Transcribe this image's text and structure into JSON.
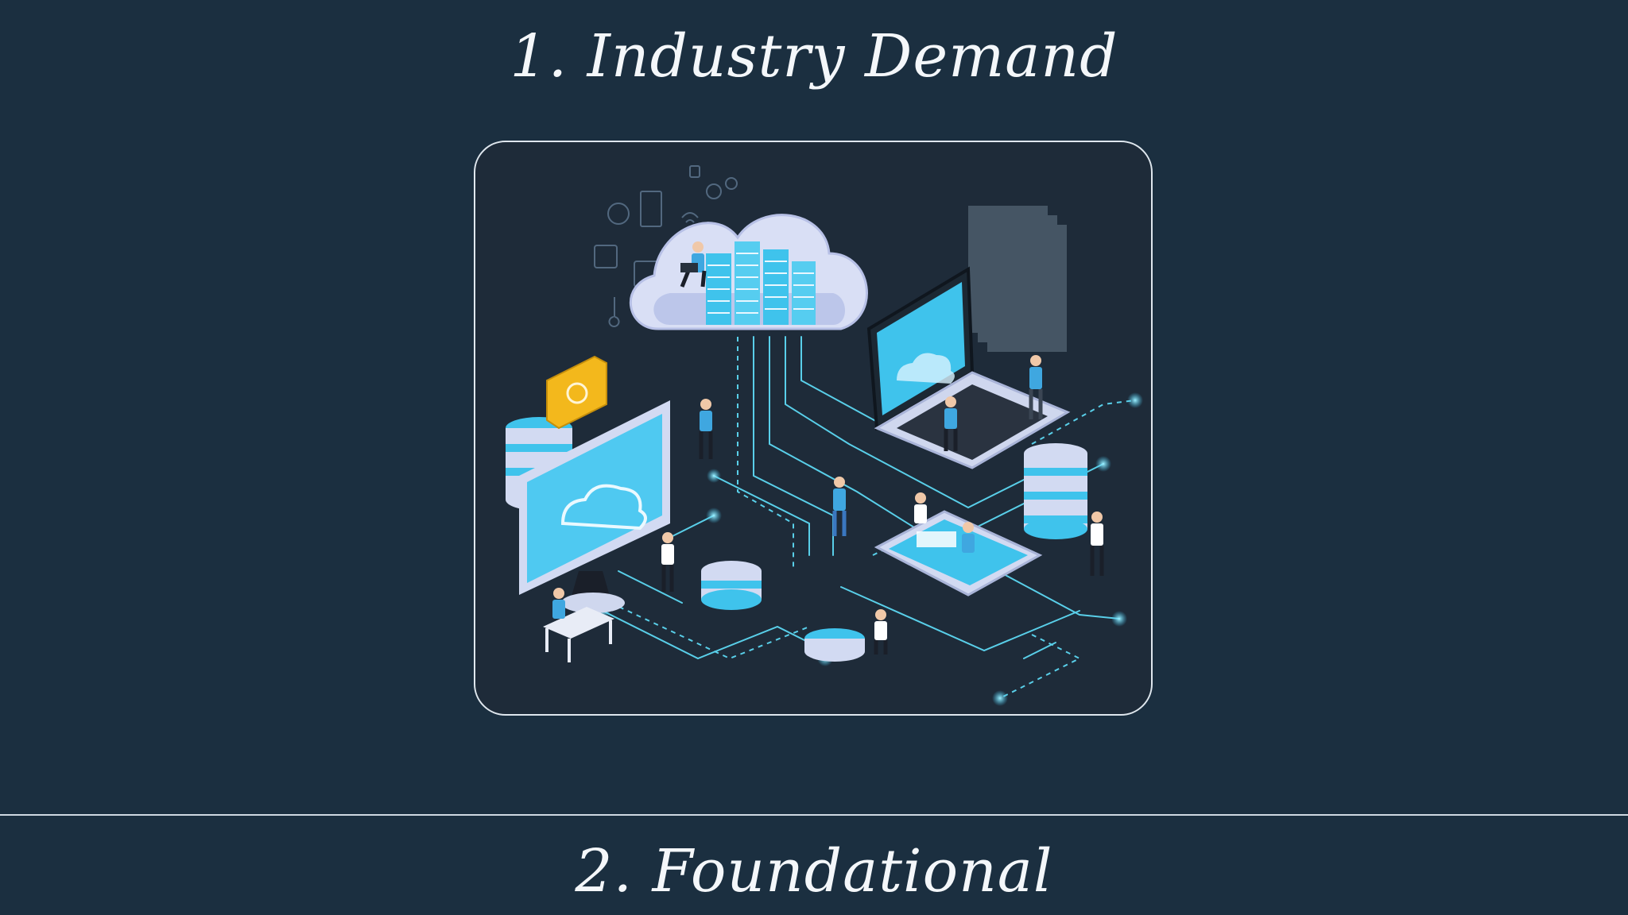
{
  "slides": {
    "current": {
      "title": "1. Industry Demand"
    },
    "next": {
      "title": "2. Foundational"
    }
  },
  "illustration": {
    "subject": "isometric cloud computing network illustration",
    "icons": [
      "cloud-icon",
      "server-rack-icon",
      "laptop-icon",
      "monitor-icon",
      "database-icon",
      "folder-icon",
      "smartphone-icon",
      "person-icon",
      "lock-icon",
      "gear-icon",
      "wifi-icon",
      "sync-icon",
      "music-note-icon"
    ],
    "colors": {
      "background": "#1b2f40",
      "panel": "#1e2b39",
      "accent": "#3fc3ec",
      "cloud": "#d9dff5",
      "folder": "#f3b81c",
      "line": "#59cfe9"
    }
  }
}
